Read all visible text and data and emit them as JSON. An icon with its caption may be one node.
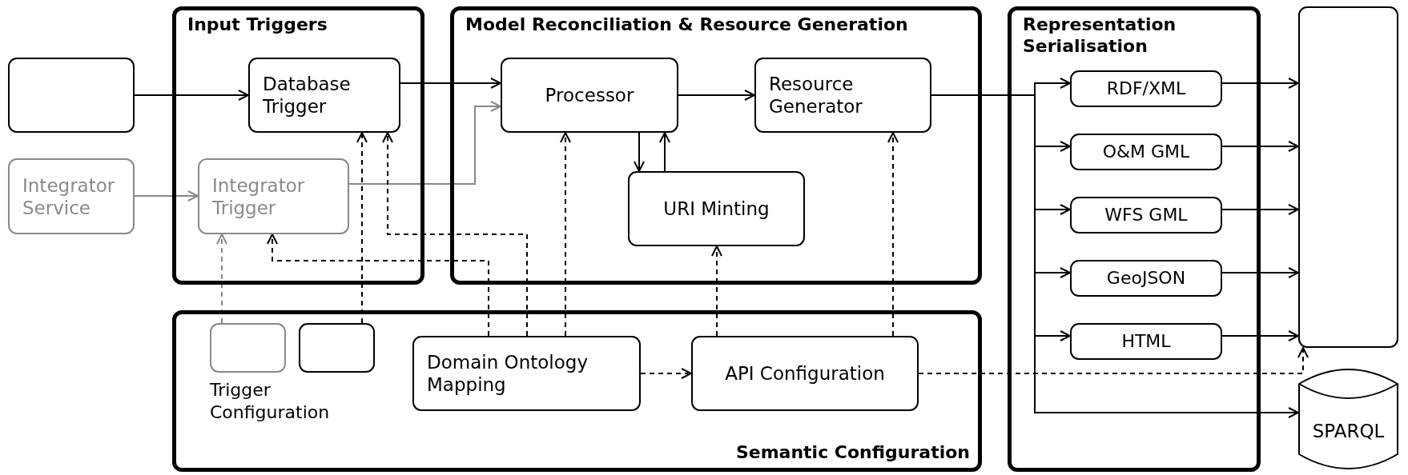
{
  "diagram": {
    "nodes": [
      {
        "text": [
          "Input Triggers"
        ]
      },
      {
        "text": [
          "Model Reconciliation & Resource Generation"
        ]
      },
      {
        "text": [
          "Representation Serialisation"
        ]
      },
      {
        "text": [
          "Semantic Configuration"
        ]
      },
      {
        "text": [],
        "shape": "box"
      },
      {
        "text": [
          "Integrator Service"
        ]
      },
      {
        "text": [
          "Database Trigger"
        ],
        "in": 0
      },
      {
        "text": [
          "Integrator Trigger"
        ],
        "in": 0
      },
      {
        "text": [
          "Processor"
        ],
        "in": 1
      },
      {
        "text": [
          "Resource Generator"
        ],
        "in": 1
      },
      {
        "text": [
          "URI Minting"
        ],
        "in": 1
      },
      {
        "text": [
          "RDF/XML"
        ],
        "in": 2
      },
      {
        "text": [
          "O&M GML"
        ],
        "in": 2
      },
      {
        "text": [
          "WFS GML"
        ],
        "in": 2
      },
      {
        "text": [
          "GeoJSON"
        ],
        "in": 2
      },
      {
        "text": [
          "HTML"
        ],
        "in": 2
      },
      {
        "text": [],
        "shape": "box"
      },
      {
        "text": [
          "SPARQL"
        ]
      },
      {
        "text": [],
        "shape": "box",
        "in": 3
      },
      {
        "text": [],
        "shape": "box",
        "in": 3
      },
      {
        "text": [
          "Domain Ontology Mapping"
        ],
        "in": 3
      },
      {
        "text": [
          "API Configuration"
        ],
        "in": 3
      }
    ],
    "edges": [
      {
        "from": 4,
        "to": 6,
        "arrow": "to"
      },
      {
        "from": 5,
        "to": 7,
        "arrow": "to",
        "color": "#888888"
      },
      {
        "from": 6,
        "to": 8,
        "arrow": "to"
      },
      {
        "from": 7,
        "to": 8,
        "arrow": "to",
        "color": "#888888"
      },
      {
        "from": 8,
        "to": 9,
        "arrow": "to"
      },
      {
        "from": 8,
        "to": 10,
        "arrow": "to"
      },
      {
        "from": 10,
        "to": 8,
        "arrow": "to"
      },
      {
        "from": 9,
        "to": 11,
        "arrow": "to"
      },
      {
        "from": 9,
        "to": 12,
        "arrow": "to"
      },
      {
        "from": 9,
        "to": 13,
        "arrow": "to"
      },
      {
        "from": 9,
        "to": 14,
        "arrow": "to"
      },
      {
        "from": 9,
        "to": 15,
        "arrow": "to"
      },
      {
        "from": 9,
        "to": 17,
        "arrow": "to"
      },
      {
        "from": 11,
        "to": 16,
        "arrow": "to"
      },
      {
        "from": 12,
        "to": 16,
        "arrow": "to"
      },
      {
        "from": 13,
        "to": 16,
        "arrow": "to"
      },
      {
        "from": 14,
        "to": 16,
        "arrow": "to"
      },
      {
        "from": 15,
        "to": 16,
        "arrow": "to"
      },
      {
        "from": 18,
        "to": 7,
        "arrow": "to",
        "style": "dashed",
        "color": "#888888"
      },
      {
        "from": 19,
        "to": 6,
        "arrow": "to",
        "style": "dashed"
      },
      {
        "from": 20,
        "to": 7,
        "arrow": "to",
        "style": "dashed"
      },
      {
        "from": 20,
        "to": 6,
        "arrow": "to",
        "style": "dashed"
      },
      {
        "from": 20,
        "to": 8,
        "arrow": "to",
        "style": "dashed"
      },
      {
        "from": 20,
        "to": 21,
        "arrow": "to",
        "style": "dashed"
      },
      {
        "from": 21,
        "to": 10,
        "arrow": "to",
        "style": "dashed"
      },
      {
        "from": 21,
        "to": 9,
        "arrow": "to",
        "style": "dashed"
      },
      {
        "from": 21,
        "to": 16,
        "arrow": "to",
        "style": "dashed"
      }
    ],
    "labels": [
      "Trigger Configuration"
    ]
  }
}
